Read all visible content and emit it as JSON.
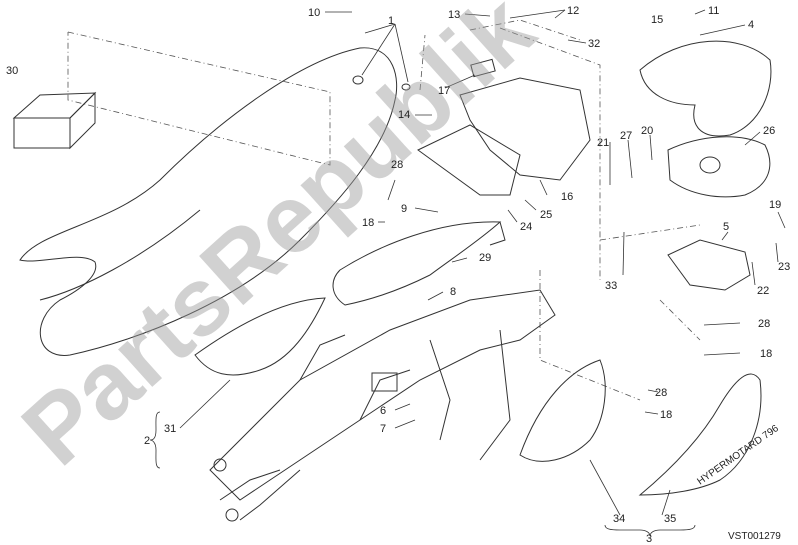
{
  "diagram": {
    "watermark": "PartsRepublik",
    "drawing_code": "VST001279",
    "callouts": {
      "n1": "1",
      "n2": "2",
      "n3": "3",
      "n4": "4",
      "n5": "5",
      "n6": "6",
      "n7": "7",
      "n8": "8",
      "n9": "9",
      "n10": "10",
      "n11": "11",
      "n12": "12",
      "n13": "13",
      "n14": "14",
      "n15": "15",
      "n16": "16",
      "n17": "17",
      "n18a": "18",
      "n18b": "18",
      "n18c": "18",
      "n19": "19",
      "n20": "20",
      "n21": "21",
      "n22": "22",
      "n23": "23",
      "n24": "24",
      "n25": "25",
      "n26": "26",
      "n27": "27",
      "n28a": "28",
      "n28b": "28",
      "n28c": "28",
      "n29": "29",
      "n30": "30",
      "n31": "31",
      "n32": "32",
      "n33": "33",
      "n34": "34",
      "n35": "35"
    },
    "tail_script": "HYPERMOTARD 796"
  }
}
